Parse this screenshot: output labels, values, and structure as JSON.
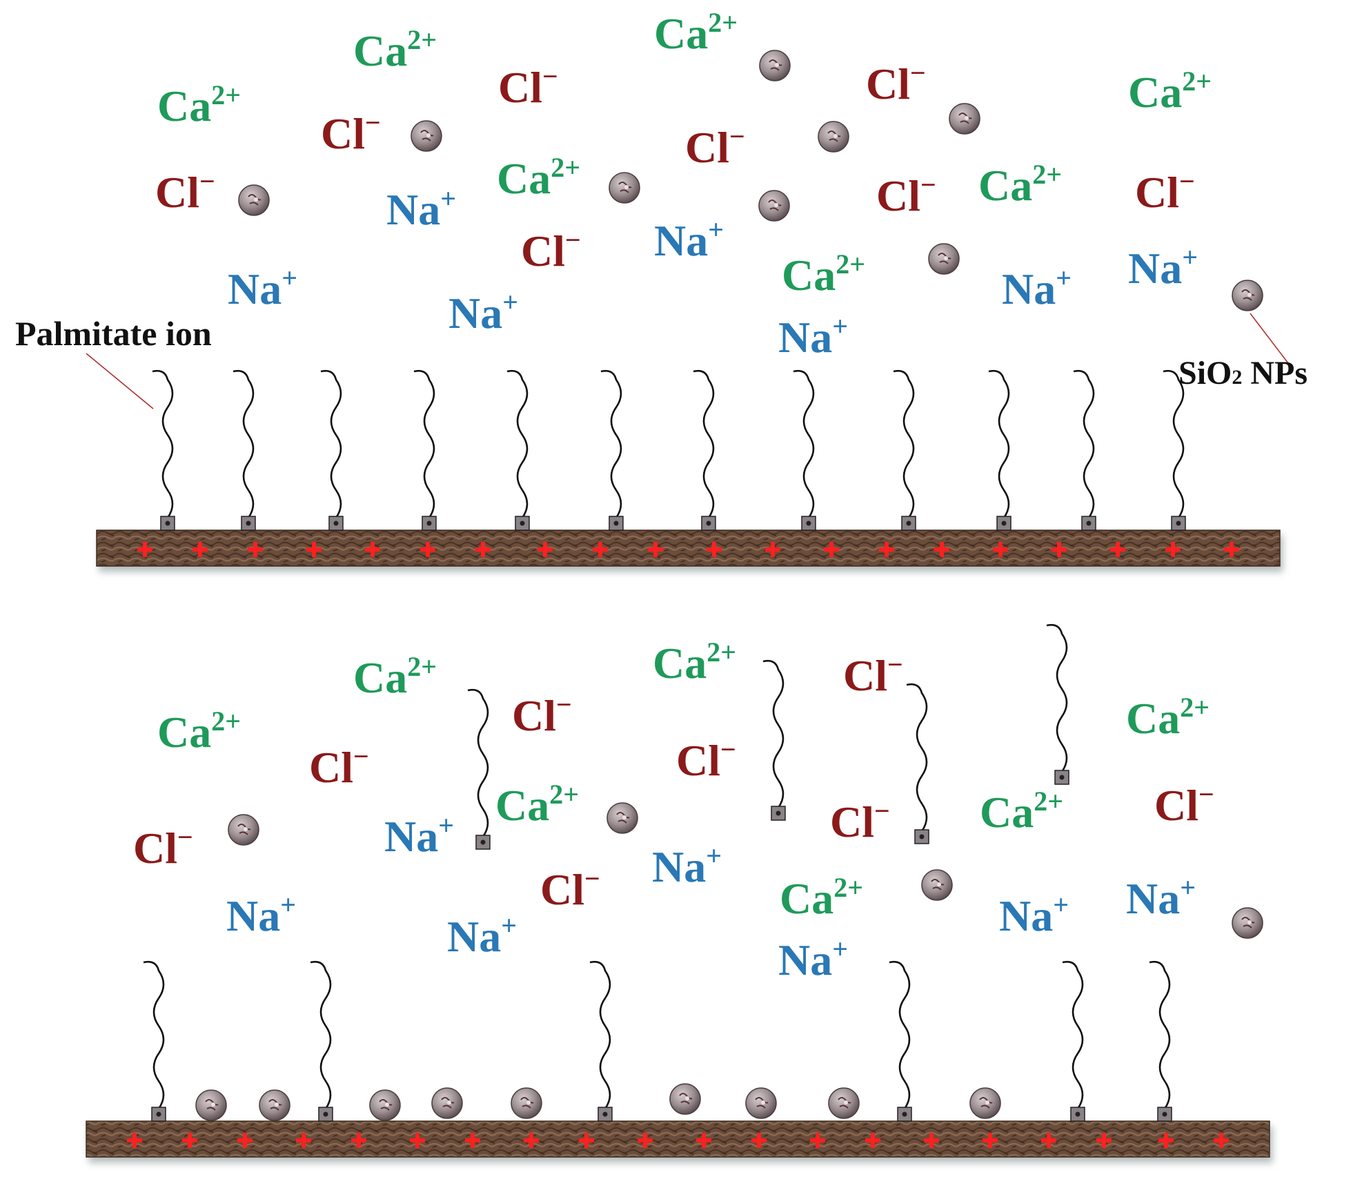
{
  "colors": {
    "ca": "#1f9a5a",
    "cl": "#8b1a1a",
    "na": "#2a78b5",
    "plus": "#ff2020",
    "surface": "#6b4d3a",
    "nanoparticle": "#9a8d90",
    "chain": "#111111"
  },
  "ions": {
    "ca": {
      "symbol": "Ca",
      "charge": "2+"
    },
    "cl": {
      "symbol": "Cl",
      "charge": "−"
    },
    "na": {
      "symbol": "Na",
      "charge": "+"
    }
  },
  "labels": {
    "palmitate": "Palmitate ion",
    "sio2_main": "SiO",
    "sio2_sub": "2",
    "sio2_rest": " NPs"
  },
  "panels": [
    {
      "name": "top-panel"
    },
    {
      "name": "bottom-panel"
    }
  ]
}
